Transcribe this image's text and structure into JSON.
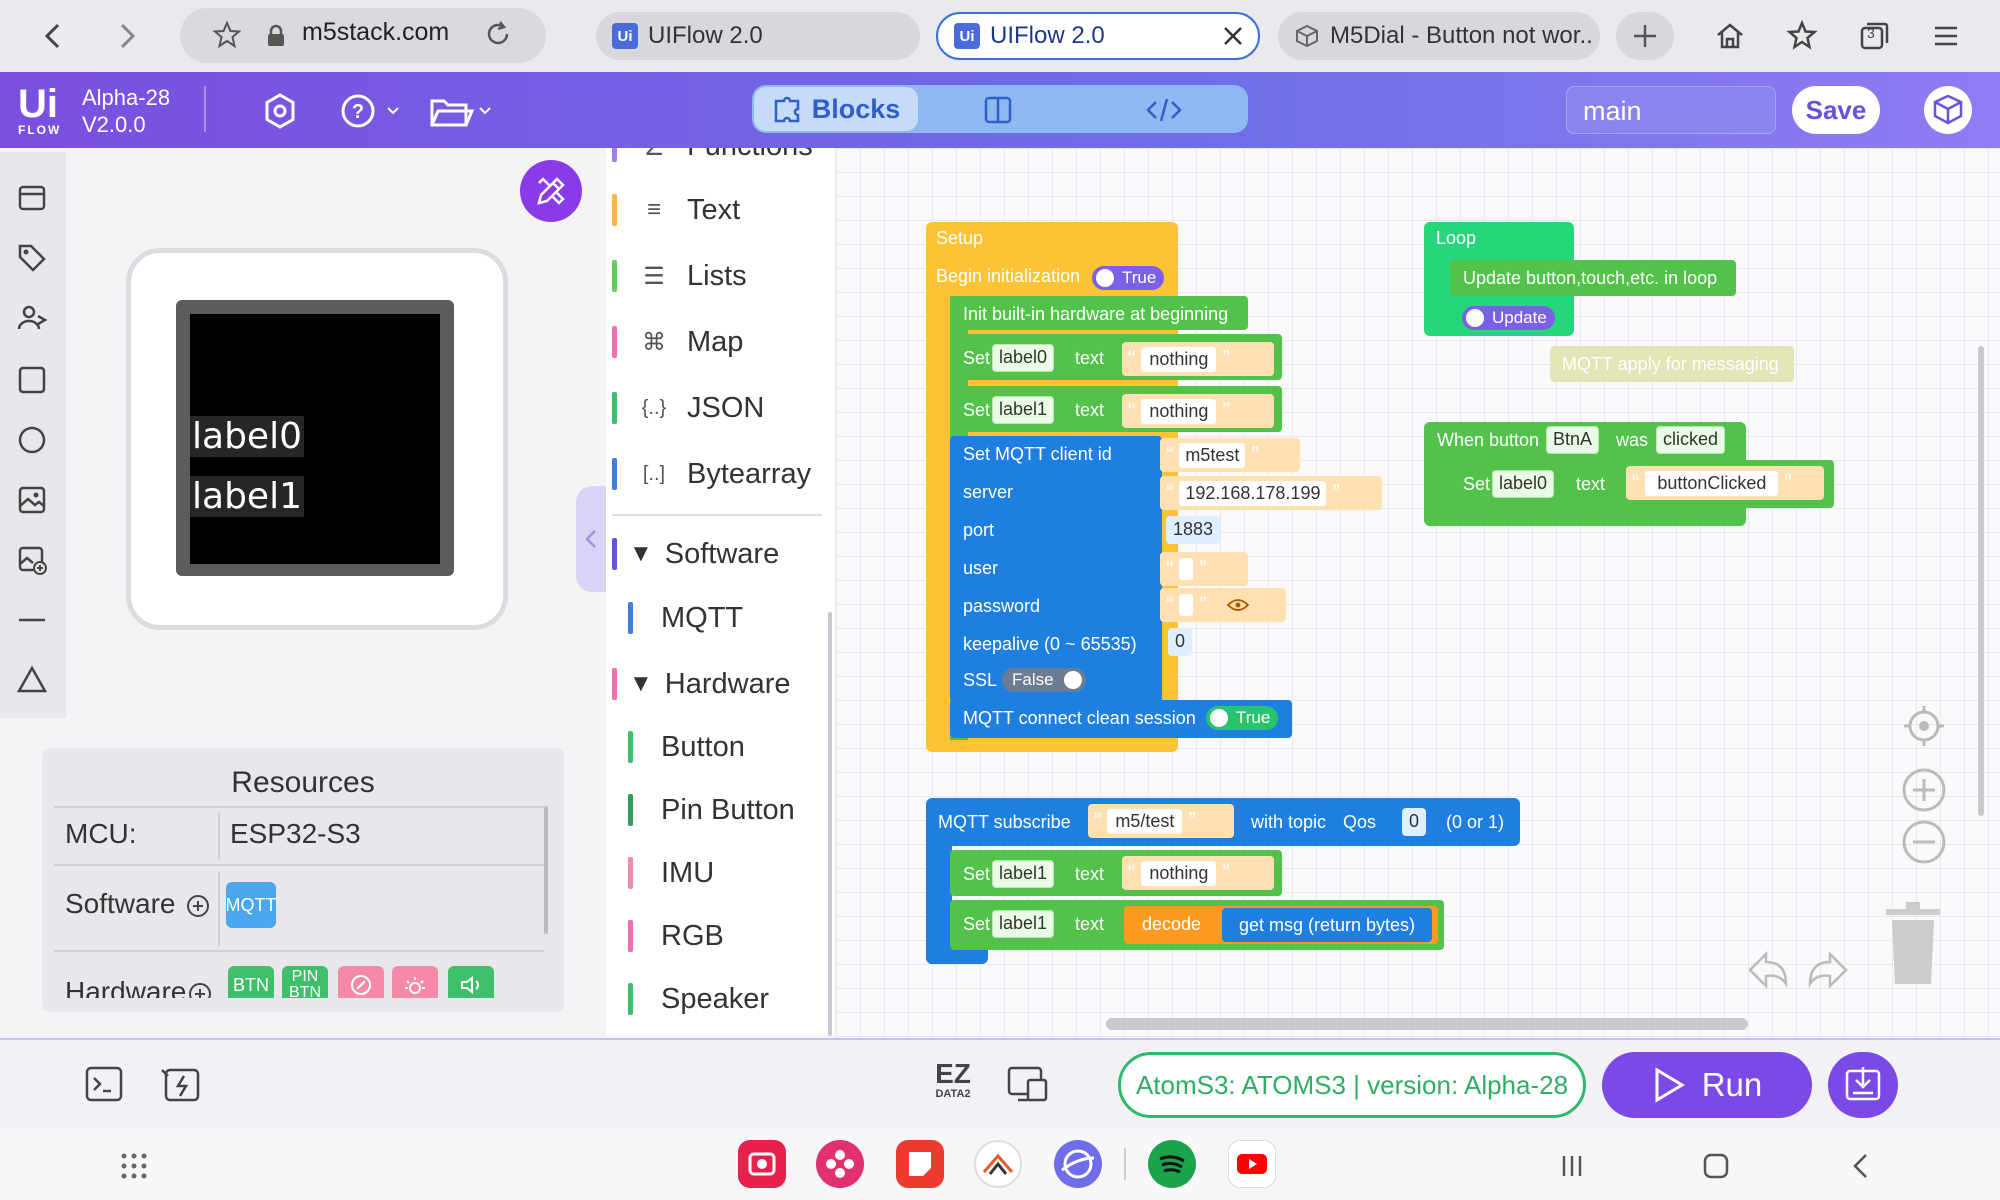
{
  "browser": {
    "url": "m5stack.com",
    "tabs": [
      {
        "title": "UIFlow 2.0"
      },
      {
        "title": "UIFlow 2.0"
      },
      {
        "title": "M5Dial - Button not wor..."
      }
    ],
    "tab_count_badge": "3"
  },
  "header": {
    "logo_text": "Ui",
    "logo_sub": "FLOW",
    "version_line1": "Alpha-28",
    "version_line2": "V2.0.0",
    "blocks_label": "Blocks",
    "branch_field": "main",
    "save_label": "Save",
    "accent_color": "#7b4fe0"
  },
  "device_preview": {
    "labels": [
      "label0",
      "label1"
    ]
  },
  "resources": {
    "title": "Resources",
    "mcu_label": "MCU:",
    "mcu_value": "ESP32-S3",
    "software_label": "Software",
    "software_chip": "MQTT",
    "hardware_label": "Hardware",
    "hardware_chips": [
      "BTN",
      "PIN BTN"
    ]
  },
  "categories": {
    "partial": "Functions",
    "items": [
      "Text",
      "Lists",
      "Map",
      "JSON",
      "Bytearray"
    ],
    "icons": [
      "≡",
      "☰",
      "⌘",
      "{..}",
      "[..]"
    ],
    "software_header": "Software",
    "software_items": [
      "MQTT"
    ],
    "hardware_header": "Hardware",
    "hardware_items": [
      "Button",
      "Pin Button",
      "IMU",
      "RGB",
      "Speaker"
    ]
  },
  "blocks": {
    "setup": {
      "title": "Setup",
      "begin_init": "Begin initialization",
      "begin_toggle": "True",
      "init_hw": "Init built-in hardware at beginning",
      "set_word": "Set",
      "text_word": "text",
      "label0": "label0",
      "label1": "label1",
      "nothing": "nothing",
      "mqtt_client_id": "Set MQTT client id",
      "client_id_value": "m5test",
      "server": "server",
      "server_value": "192.168.178.199",
      "port": "port",
      "port_value": "1883",
      "user": "user",
      "password": "password",
      "keepalive": "keepalive (0 ~ 65535)",
      "keepalive_value": "0",
      "ssl": "SSL",
      "ssl_value": "False",
      "clean_session": "MQTT connect clean session",
      "clean_value": "True"
    },
    "loop": {
      "title": "Loop",
      "update_text": "Update button,touch,etc. in loop",
      "update_toggle": "Update"
    },
    "comment": "MQTT apply for messaging",
    "button_event": {
      "when": "When button",
      "button": "BtnA",
      "was": "was",
      "action": "clicked",
      "set_word": "Set",
      "label": "label0",
      "text_word": "text",
      "value": "buttonClicked"
    },
    "subscribe": {
      "title": "MQTT subscribe",
      "topic": "m5/test",
      "with_topic": "with topic",
      "qos": "Qos",
      "qos_value": "0",
      "qos_range": "(0 or 1)",
      "set_word": "Set",
      "label": "label1",
      "text_word": "text",
      "nothing": "nothing",
      "decode": "decode",
      "get_msg": "get msg (return bytes)"
    }
  },
  "bottom": {
    "ez_label": "EZ",
    "ez_sub": "DATA2",
    "device_status": "AtomS3: ATOMS3 | version: Alpha-28",
    "run_label": "Run"
  }
}
